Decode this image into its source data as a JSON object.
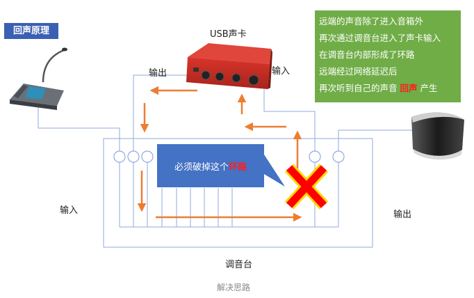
{
  "title_badge": "回声原理",
  "usb_card": {
    "label": "USB声卡",
    "in_label": "输入",
    "out_label": "输出"
  },
  "note": {
    "lines": [
      "远端的声音除了进入音箱外",
      "再次通过调音台进入了声卡输入",
      "在调音台内部形成了环路",
      "远端经过网络延迟后"
    ],
    "last_prefix": "再次听到自己的声音",
    "last_highlight": "回声",
    "last_suffix": "产生"
  },
  "callout": {
    "prefix": "必须破掉这个",
    "highlight": "环路"
  },
  "mixer": {
    "label": "调音台",
    "left_label": "输入",
    "right_label": "输出"
  },
  "caption": "解决思路",
  "colors": {
    "badge": "#3b5fb3",
    "note_bg": "#70ad47",
    "callout_bg": "#4472c4",
    "arrow": "#ed7d31",
    "line": "#8faadc",
    "cross": "#ff0000",
    "cross_outline": "#ffd800",
    "highlight": "#ff1a1a"
  }
}
